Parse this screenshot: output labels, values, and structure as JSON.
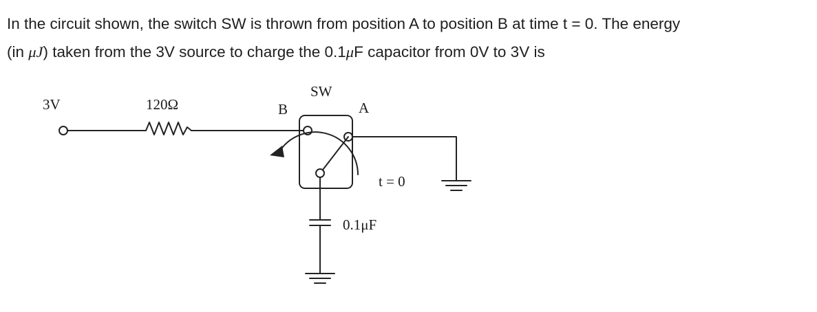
{
  "question": {
    "line1": "In the circuit shown, the switch SW is thrown from position A to position B at time t = 0. The energy",
    "line2_part1": "(in ",
    "line2_mu": "μJ",
    "line2_part2": ") taken from the 3V source to charge the 0.1",
    "line2_mu2": "μ",
    "line2_part3": "F capacitor from 0V to 3V is"
  },
  "circuit": {
    "source_label": "3V",
    "resistor_label": "120Ω",
    "switch_label": "SW",
    "position_b_label": "B",
    "position_a_label": "A",
    "time_label": "t = 0",
    "capacitor_label": "0.1μF"
  }
}
